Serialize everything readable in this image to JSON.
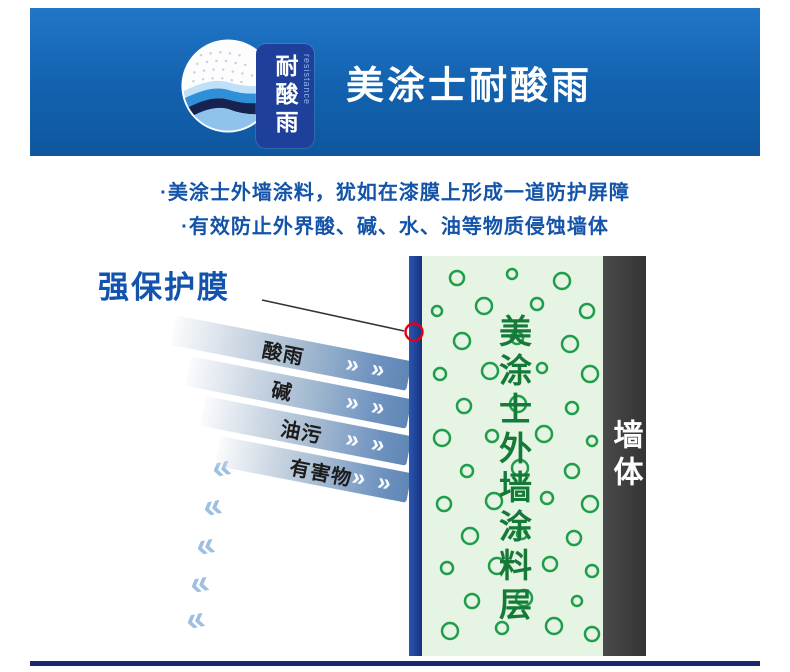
{
  "header": {
    "title": "美涂士耐酸雨",
    "badge": {
      "label": "耐酸雨",
      "side_label": "resistance"
    }
  },
  "bullets": {
    "line1": "·美涂士外墙涂料，犹如在漆膜上形成一道防护屏障",
    "line2": "·有效防止外界酸、碱、水、油等物质侵蚀墙体"
  },
  "diagram": {
    "film_label": "强保护膜",
    "bars": [
      {
        "label": "酸雨",
        "chevrons": "» »"
      },
      {
        "label": "碱",
        "chevrons": "» »"
      },
      {
        "label": "油污",
        "chevrons": "» »"
      },
      {
        "label": "有害物",
        "chevrons": "» »"
      }
    ],
    "coating_label": "美涂士外墙涂料层",
    "wall_label": "墙体",
    "bounce_chevrons": [
      "«",
      "«",
      "«",
      "«",
      "«"
    ]
  },
  "colors": {
    "header_blue": "#1261ae",
    "badge_blue": "#1e3f9a",
    "text_blue": "#1353a8",
    "film_blue": "#16337f",
    "coating_bg": "#e5f4e3",
    "coating_green": "#157a38",
    "bubble_green": "#1f9d4a",
    "wall_gray": "#3d3d3d",
    "bar_steel_blue": "#5f86b6",
    "marker_red": "#e50012",
    "divider_navy": "#18286f"
  }
}
